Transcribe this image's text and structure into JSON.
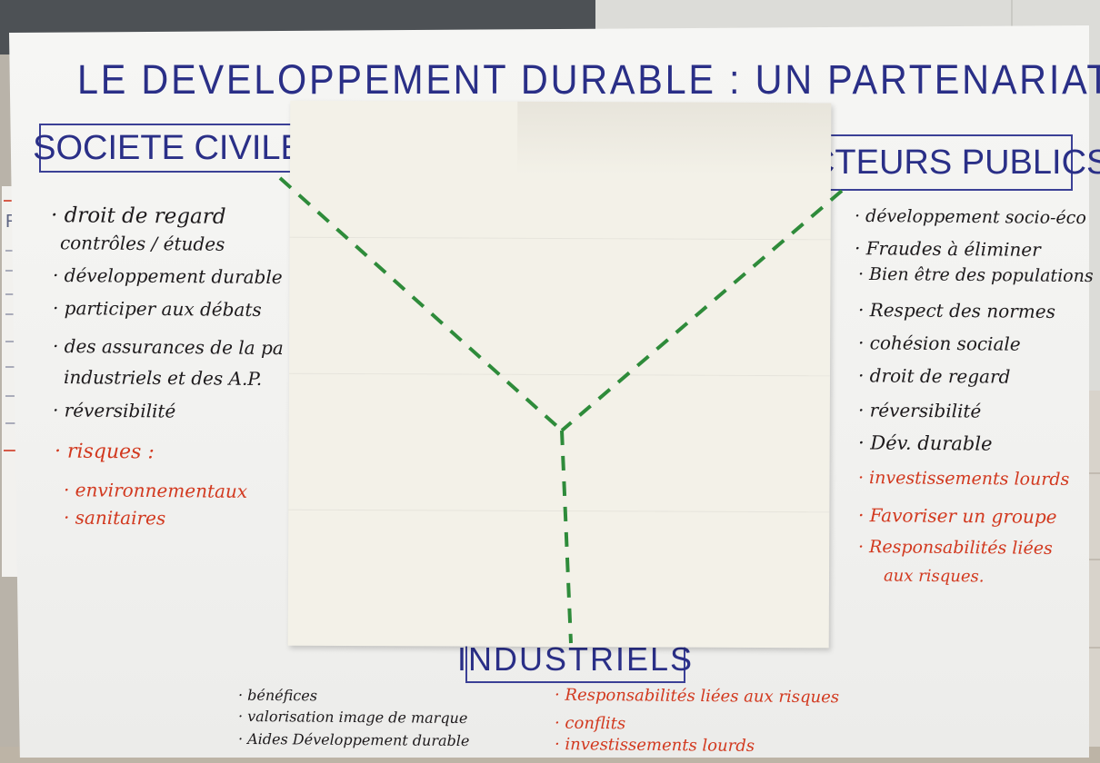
{
  "poster": {
    "title": "LE DEVELOPPEMENT DURABLE : UN PARTENARIAT",
    "back_sheet_fragment": "RE",
    "colors": {
      "title_blue": "#2a2f87",
      "marker_black": "#1d1a1c",
      "marker_red": "#d2391f",
      "dash_green": "#2e8b3a"
    },
    "societe_civile": {
      "heading": "SOCIETE CIVILE",
      "items": [
        "· droit de regard",
        "contrôles / études",
        "· développement durable",
        "· participer aux débats",
        "· des assurances de la pa",
        "industriels et des A.P.",
        "· réversibilité"
      ],
      "red_items": [
        "· risques :",
        "· environnementaux",
        "· sanitaires"
      ]
    },
    "acteurs_publics": {
      "heading": "ACTEURS PUBLICS",
      "items": [
        "· développement socio-éco",
        "· Fraudes à éliminer",
        "· Bien être des populations",
        "· Respect des normes",
        "· cohésion sociale",
        "· droit de regard",
        "· réversibilité",
        "· Dév. durable"
      ],
      "red_items": [
        "· investissements lourds",
        "· Favoriser un groupe",
        "· Responsabilités liées",
        "aux risques."
      ]
    },
    "industriels": {
      "heading": "INDUSTRIELS",
      "items": [
        "· bénéfices",
        "· valorisation image de marque",
        "· Aides   Développement durable"
      ],
      "red_items": [
        "· Responsabilités liées aux risques",
        "· conflits",
        "· investissements lourds"
      ]
    }
  }
}
